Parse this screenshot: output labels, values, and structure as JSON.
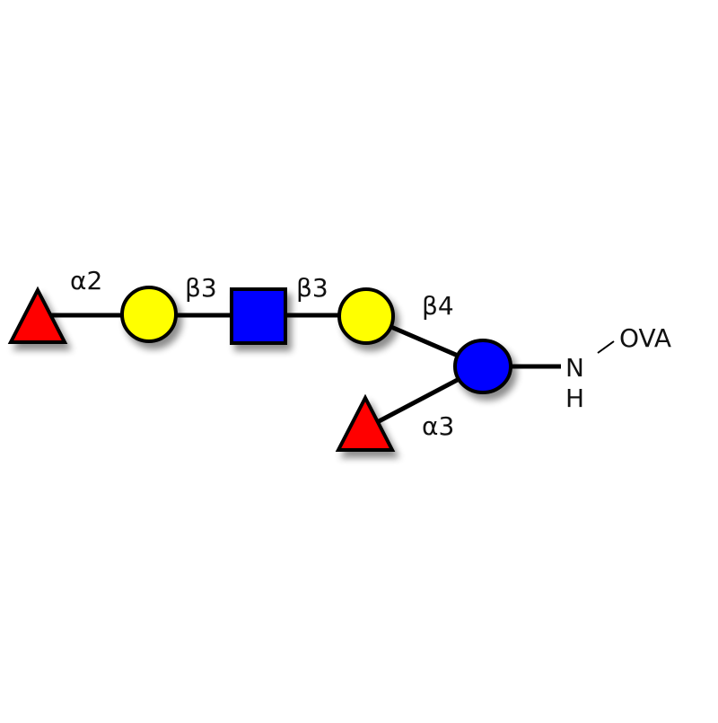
{
  "diagram": {
    "residues": [
      {
        "id": "fuc1",
        "shape": "triangle",
        "color": "#ff0000"
      },
      {
        "id": "gal1",
        "shape": "circle",
        "color": "#ffff00"
      },
      {
        "id": "glcnac",
        "shape": "square",
        "color": "#0000ff"
      },
      {
        "id": "gal2",
        "shape": "circle",
        "color": "#ffff00"
      },
      {
        "id": "glc",
        "shape": "circle",
        "color": "#0000ff"
      },
      {
        "id": "fuc2",
        "shape": "triangle",
        "color": "#ff0000"
      }
    ],
    "linkages": [
      "α2",
      "β3",
      "β3",
      "β4",
      "α3"
    ],
    "aglycone": {
      "n": "N",
      "h": "H",
      "carrier": "OVA"
    }
  }
}
